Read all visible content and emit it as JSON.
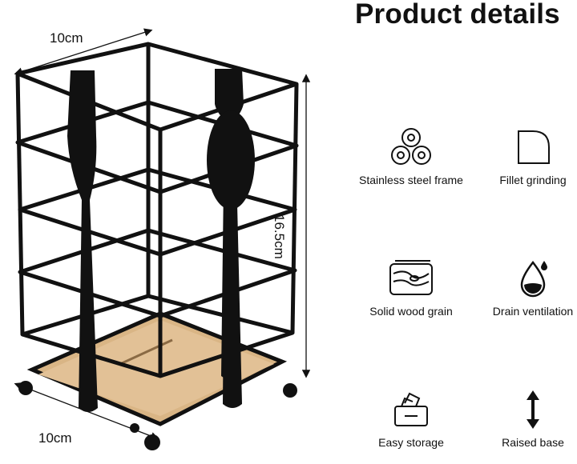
{
  "header": {
    "title": "Product details"
  },
  "dimensions": {
    "width_top": "10cm",
    "height": "16.5cm",
    "width_bottom": "10cm"
  },
  "features": [
    {
      "label": "Stainless steel frame",
      "icon": "steel-rolls-icon"
    },
    {
      "label": "Fillet grinding",
      "icon": "fillet-corner-icon"
    },
    {
      "label": "Solid wood grain",
      "icon": "wood-grain-icon"
    },
    {
      "label": "Drain ventilation",
      "icon": "water-drop-icon"
    },
    {
      "label": "Easy storage",
      "icon": "storage-box-icon"
    },
    {
      "label": "Raised base",
      "icon": "up-down-arrow-icon"
    }
  ],
  "colors": {
    "frame": "#111111",
    "wood": "#d9b585",
    "text": "#111111"
  }
}
